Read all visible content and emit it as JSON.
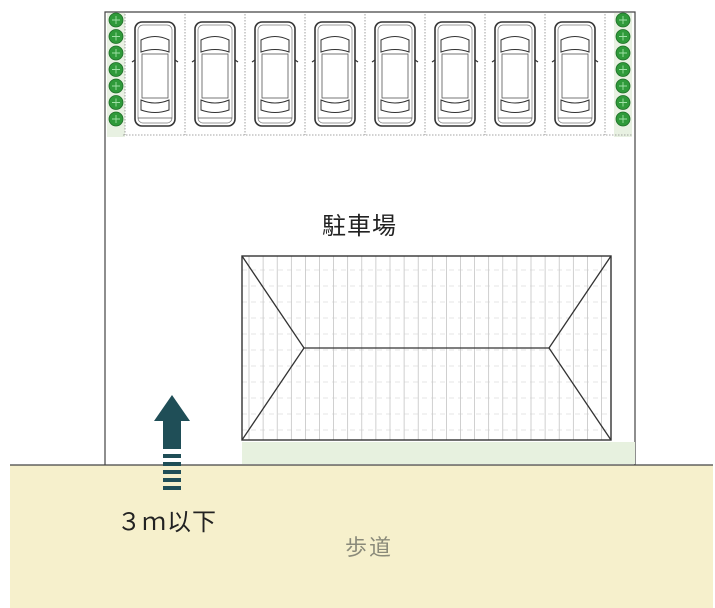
{
  "labels": {
    "parking": "駐車場",
    "height_limit": "３ｍ以下",
    "sidewalk": "歩道"
  },
  "plan": {
    "parking_spaces": 8,
    "hedge_shrubs_per_side": 7
  },
  "colors": {
    "sidewalk": "#f6f0cc",
    "green_strip": "#e7f1df",
    "shrub": "#2f9a3a",
    "arrow": "#1f4e57",
    "lines": "#444444"
  },
  "icons": {
    "arrow": "up-arrow-icon",
    "shrub": "shrub-icon",
    "car": "car-icon"
  }
}
